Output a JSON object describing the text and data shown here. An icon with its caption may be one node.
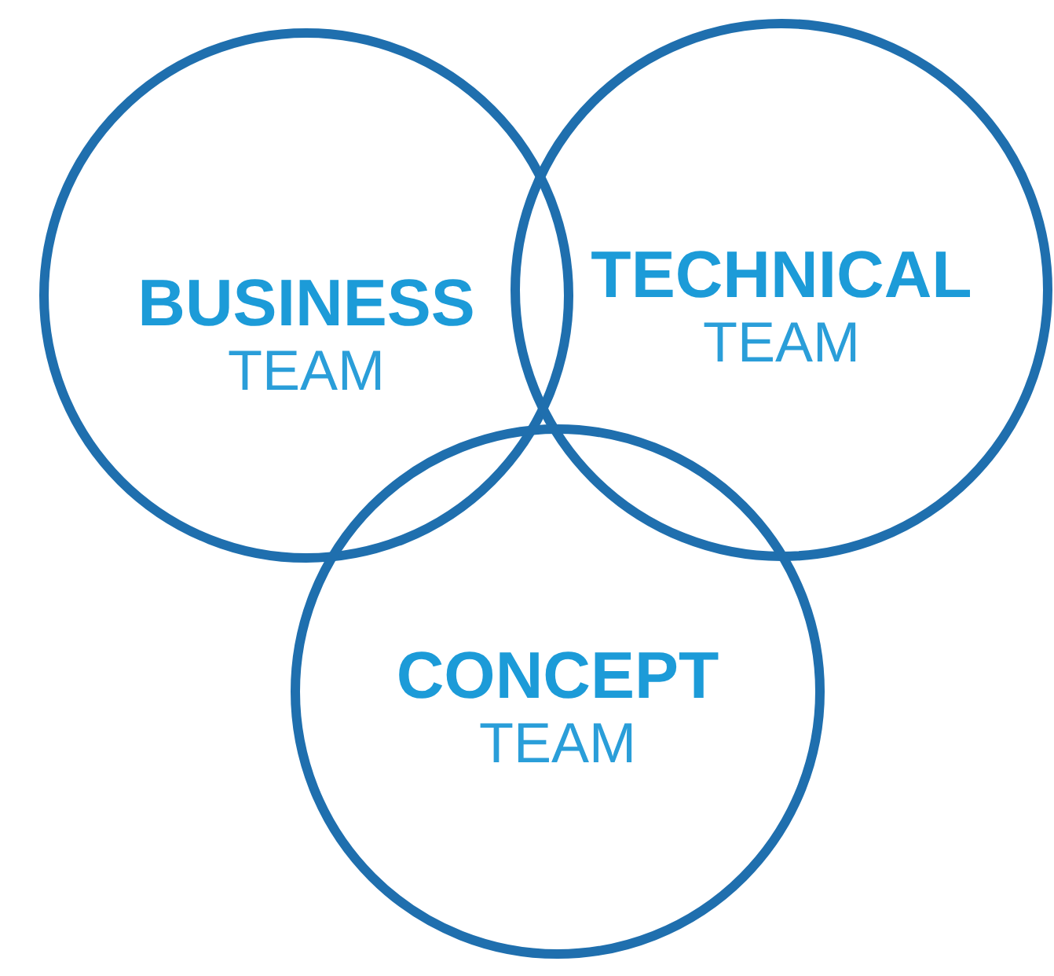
{
  "diagram": {
    "nodes": [
      {
        "text": [
          "BUSINESS",
          "TEAM"
        ]
      },
      {
        "text": [
          "TECHNICAL",
          "TEAM"
        ]
      },
      {
        "text": [
          "CONCEPT",
          "TEAM"
        ]
      }
    ]
  }
}
